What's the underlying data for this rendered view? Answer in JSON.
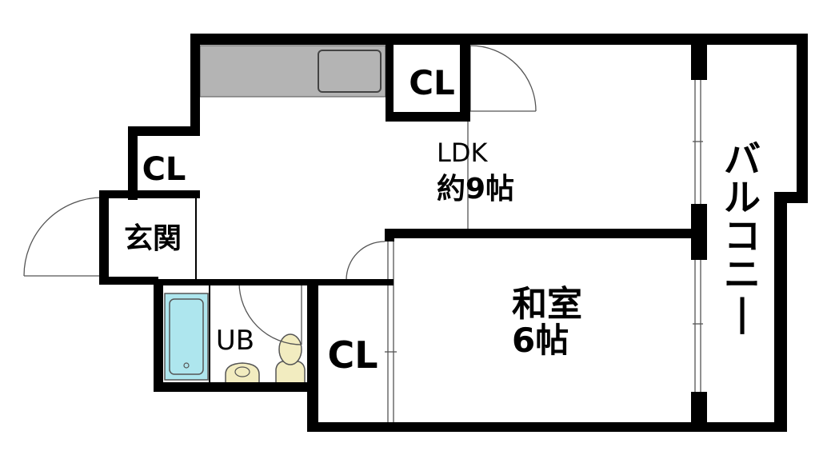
{
  "floorplan": {
    "rooms": {
      "ldk": {
        "name": "LDK",
        "size": "約9帖"
      },
      "washitsu": {
        "name": "和室",
        "size": "6帖"
      },
      "genkan": {
        "name": "玄関"
      },
      "ub": {
        "name": "UB"
      },
      "balcony": {
        "name": "バルコニー"
      }
    },
    "closets": [
      {
        "name": "CL"
      },
      {
        "name": "CL"
      },
      {
        "name": "CL"
      }
    ]
  },
  "colors": {
    "wall": "#000000",
    "kitchen_counter": "#b4b4b4",
    "bath": "#aee6ee",
    "toilet": "#f2ecc0",
    "background": "#ffffff"
  }
}
